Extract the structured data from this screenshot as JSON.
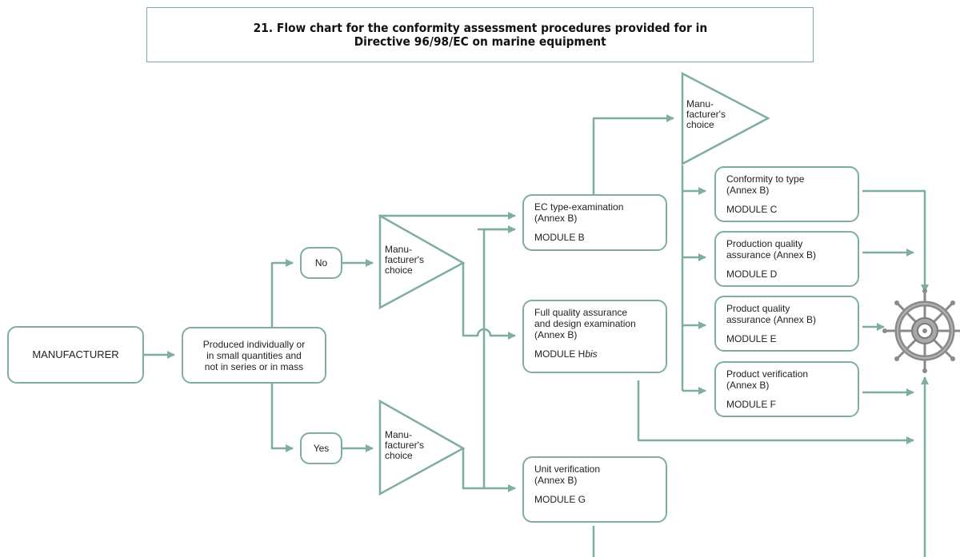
{
  "title": {
    "line1": "21. Flow chart for the conformity assessment procedures provided for in",
    "line2": "Directive 96/98/EC on marine equipment"
  },
  "nodes": {
    "manufacturer": "MANUFACTURER",
    "produced": "Produced individually or\nin small quantities and\nnot in series or in mass",
    "no": "No",
    "yes": "Yes",
    "choice_top": "Manu-\nfacturer's\nchoice",
    "choice_no": "Manu-\nfacturer's\nchoice",
    "choice_yes": "Manu-\nfacturer's\nchoice",
    "ec_type": {
      "text": "EC type-examination\n(Annex B)",
      "module": "MODULE B"
    },
    "full_qa": {
      "text": "Full quality assurance\nand design examination\n(Annex B)",
      "module_prefix": "MODULE H",
      "module_suffix": "bis"
    },
    "unit_verification": {
      "text": "Unit verification\n(Annex B)",
      "module": "MODULE G"
    },
    "conformity_type": {
      "text": "Conformity to type\n(Annex B)",
      "module": "MODULE C"
    },
    "production_qa": {
      "text": "Production quality\nassurance (Annex B)",
      "module": "MODULE D"
    },
    "product_qa": {
      "text": "Product quality\nassurance (Annex B)",
      "module": "MODULE E"
    },
    "product_verification": {
      "text": "Product verification\n(Annex B)",
      "module": "MODULE F"
    }
  },
  "icons": {
    "wheel": "ships-wheel-icon"
  },
  "colors": {
    "accent": "#7fae9a",
    "wheel": "#8a8a8a"
  }
}
